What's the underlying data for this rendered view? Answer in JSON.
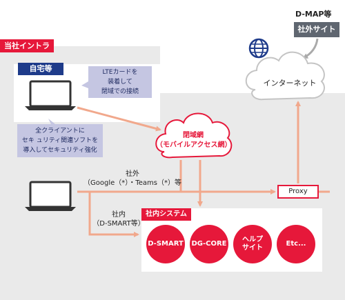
{
  "intranet_label": "当社イントラ",
  "home_label": "自宅等",
  "lte_note": [
    "LTEカードを",
    "装着して",
    "閉域での接続"
  ],
  "client_note": [
    "全クライアントに",
    "セキ ュリティ関連ソフトを",
    "導入してセキュリティ強化"
  ],
  "closed_net": [
    "閉域網",
    "（モバイルアクセス網）"
  ],
  "internet_label": "インターネット",
  "dmap_title": "D-MAP等",
  "external_site": "社外サイト",
  "external_route": [
    "社外",
    "（Google（*）・Teams（*）等"
  ],
  "internal_route": [
    "社内",
    "（D-SMART等）"
  ],
  "proxy_label": "Proxy",
  "internal_system_label": "社内システム",
  "systems": [
    "D-SMART",
    "DG-CORE",
    "ヘルプ\nサイト",
    "Etc..."
  ],
  "colors": {
    "accent": "#e6183a",
    "navy": "#1e3b8a",
    "note": "#c5c6e2",
    "arrow": "#f1a88c",
    "gray": "#5f6670"
  }
}
